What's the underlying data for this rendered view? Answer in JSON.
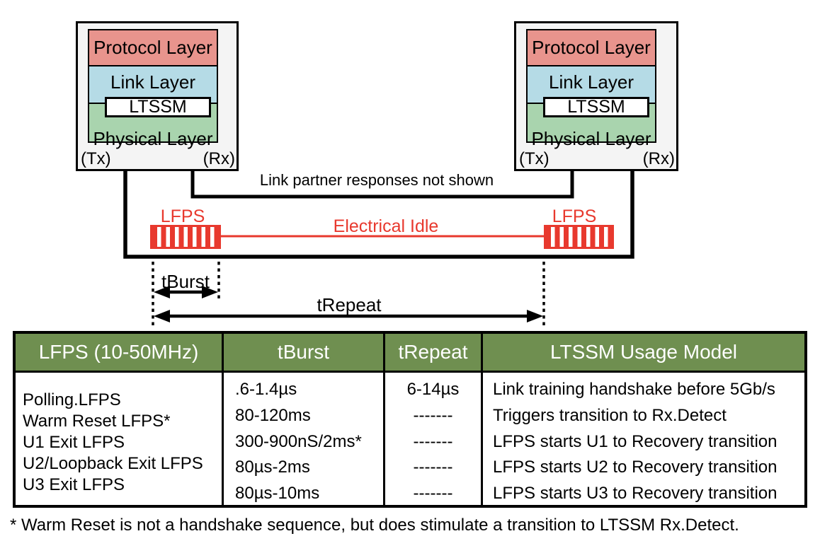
{
  "diagram": {
    "stations": {
      "left": {
        "layers": {
          "protocol": "Protocol Layer",
          "link": "Link Layer",
          "ltssm": "LTSSM",
          "physical": "Physical Layer"
        },
        "tx_label": "(Tx)",
        "rx_label": "(Rx)"
      },
      "right": {
        "layers": {
          "protocol": "Protocol Layer",
          "link": "Link Layer",
          "ltssm": "LTSSM",
          "physical": "Physical Layer"
        },
        "tx_label": "(Tx)",
        "rx_label": "(Rx)"
      }
    },
    "response_note": "Link partner responses not shown",
    "signal": {
      "lfps_label_left": "LFPS",
      "lfps_label_right": "LFPS",
      "electrical_idle_label": "Electrical Idle"
    },
    "timing": {
      "tburst_label": "tBurst",
      "trepeat_label": "tRepeat"
    },
    "colors": {
      "protocol_layer": "#e8948d",
      "link_layer": "#b5dbe6",
      "physical_layer": "#a9d4ae",
      "station_background": "#f4f4f4",
      "signal_red": "#e8392e",
      "table_header_green": "#6f8f50",
      "line_black": "#000000"
    }
  },
  "table": {
    "headers": [
      "LFPS (10-50MHz)",
      "tBurst",
      "tRepeat",
      "LTSSM Usage Model"
    ],
    "rows": [
      {
        "name": "Polling.LFPS",
        "tburst": ".6-1.4µs",
        "trepeat": "6-14µs",
        "usage": "Link training handshake before 5Gb/s"
      },
      {
        "name": "Warm Reset LFPS*",
        "tburst": "80-120ms",
        "trepeat": "-------",
        "usage": "Triggers transition to Rx.Detect"
      },
      {
        "name": "U1 Exit LFPS",
        "tburst": "300-900nS/2ms*",
        "trepeat": "-------",
        "usage": "LFPS starts U1 to Recovery transition"
      },
      {
        "name": "U2/Loopback Exit LFPS",
        "tburst": "80µs-2ms",
        "trepeat": "-------",
        "usage": "LFPS starts U2 to Recovery transition"
      },
      {
        "name": "U3 Exit LFPS",
        "tburst": "80µs-10ms",
        "trepeat": "-------",
        "usage": "LFPS starts U3 to Recovery transition"
      }
    ]
  },
  "footnote": "* Warm Reset is not a handshake sequence, but does stimulate a transition to LTSSM Rx.Detect."
}
